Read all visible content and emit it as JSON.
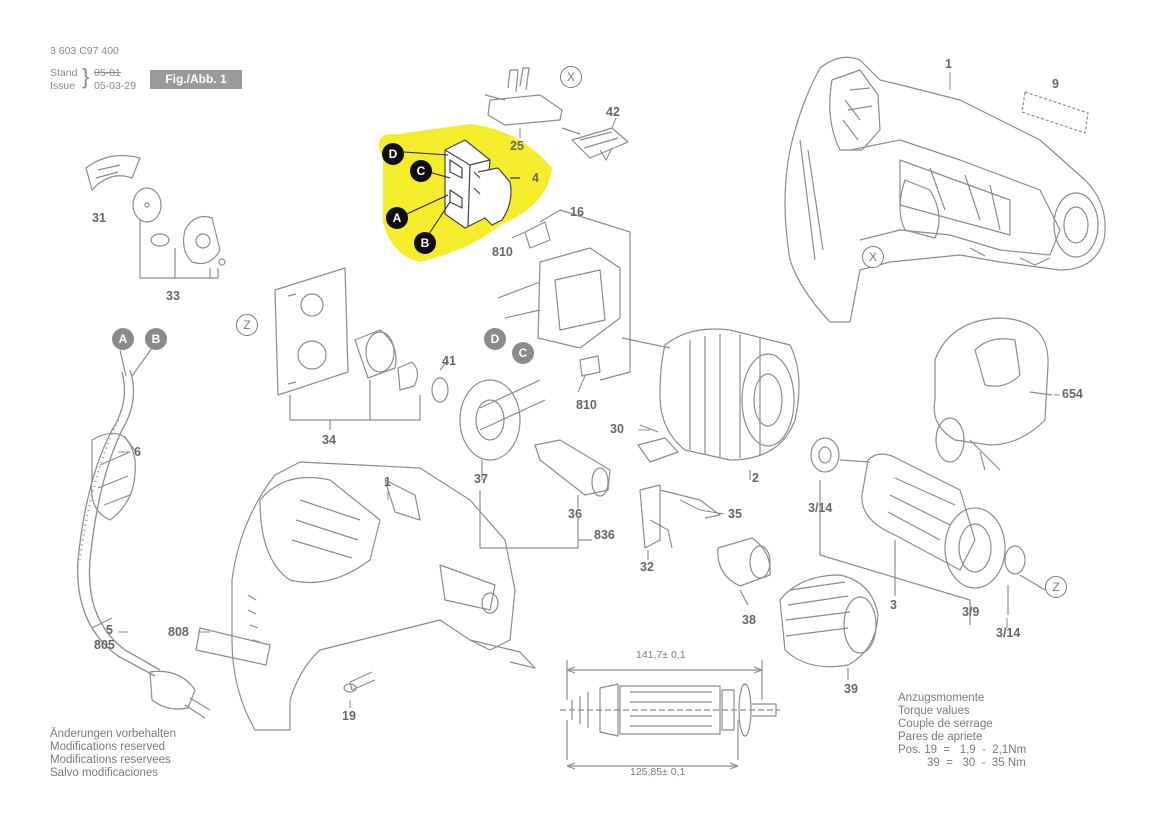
{
  "header": {
    "doc_number": "3 603 C97 400",
    "stand_label": "Stand",
    "stand_date": "05-01",
    "issue_label": "Issue",
    "issue_date": "05-03-29",
    "figure": "Fig./Abb. 1"
  },
  "highlight_color": "#f5ec2c",
  "callouts": {
    "highlight": [
      "D",
      "C",
      "A",
      "B"
    ],
    "cord": [
      "A",
      "B"
    ],
    "brush": [
      "D",
      "C"
    ],
    "x": "X",
    "z": "Z"
  },
  "part_numbers": {
    "p1_top": "1",
    "p9": "9",
    "p25": "25",
    "p42": "42",
    "p4": "4",
    "p31": "31",
    "p33": "33",
    "p16": "16",
    "p810a": "810",
    "p810b": "810",
    "p34": "34",
    "p41": "41",
    "p6": "6",
    "p30": "30",
    "p2": "2",
    "p654": "654",
    "p37": "37",
    "p1_bottom": "1",
    "p36": "36",
    "p836": "836",
    "p35": "35",
    "p3_14a": "3/14",
    "p32": "32",
    "p38": "38",
    "p3": "3",
    "p3_9": "3/9",
    "p3_14b": "3/14",
    "p5": "5",
    "p805": "805",
    "p808": "808",
    "p19": "19",
    "p39": "39"
  },
  "dimensions": {
    "top": "141,7± 0,1",
    "bottom": "125,85± 0,1"
  },
  "torque": {
    "lines": [
      "Anzugsmomente",
      "Torque values",
      "Couple de serrage",
      "Pares de apriete"
    ],
    "pos19": "Pos. 19  =   1,9  -  2,1Nm",
    "pos39": "39  =   30  -  35 Nm"
  },
  "notes": [
    "Änderungen vorbehalten",
    "Modifications reserved",
    "Modifications reservees",
    "Salvo modificaciones"
  ]
}
